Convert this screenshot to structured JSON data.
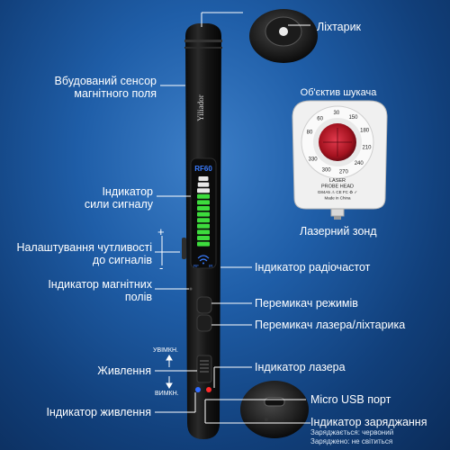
{
  "device": {
    "brand": "Yiliador",
    "model": "RF60",
    "port_labels": [
      "RF",
      "IR"
    ]
  },
  "callouts": {
    "flashlight": "Ліхтарик",
    "magnetic_sensor": "Вбудований сенсор\nмагнітного поля",
    "lens": "Об'єктив шукача",
    "signal_indicator": "Індикатор\nсили сигналу",
    "laser_probe": "Лазерний зонд",
    "sensitivity": "Налаштування чутливості\nдо сигналів",
    "rf_indicator": "Індикатор радіочастот",
    "magnetic_indicator": "Індикатор магнітних\nполів",
    "mode_switch": "Перемикач режимів",
    "laser_flash_switch": "Перемикач лазера/ліхтарика",
    "power": "Живлення",
    "laser_indicator": "Індикатор лазера",
    "power_on": "УВІМКН.",
    "power_off": "ВИМКН.",
    "micro_usb": "Micro USB порт",
    "power_indicator": "Індикатор живлення",
    "charge_indicator": "Індикатор заряджання",
    "charging_note": "Заряджається: червоний",
    "charged_note": "Заряджено: не світиться",
    "plus": "+",
    "minus": "-"
  },
  "probe_head": {
    "dial_numbers": [
      "80",
      "60",
      "30",
      "150",
      "180",
      "210",
      "240",
      "270",
      "300",
      "330"
    ],
    "caption_lines": [
      "LASER",
      "PROBE  HEAD",
      "G84A5 ⚠ CE FC ♻ ✓",
      "Made in China"
    ]
  },
  "signal_bars": 12,
  "colors": {
    "background": "#1f5ea8",
    "device": "#151515",
    "led_green": "#3ddc3d",
    "led_white": "#e8e8e8",
    "lens_red": "#b8182a",
    "indicator_blue": "#2f6bff",
    "indicator_red": "#ff2a2a"
  }
}
